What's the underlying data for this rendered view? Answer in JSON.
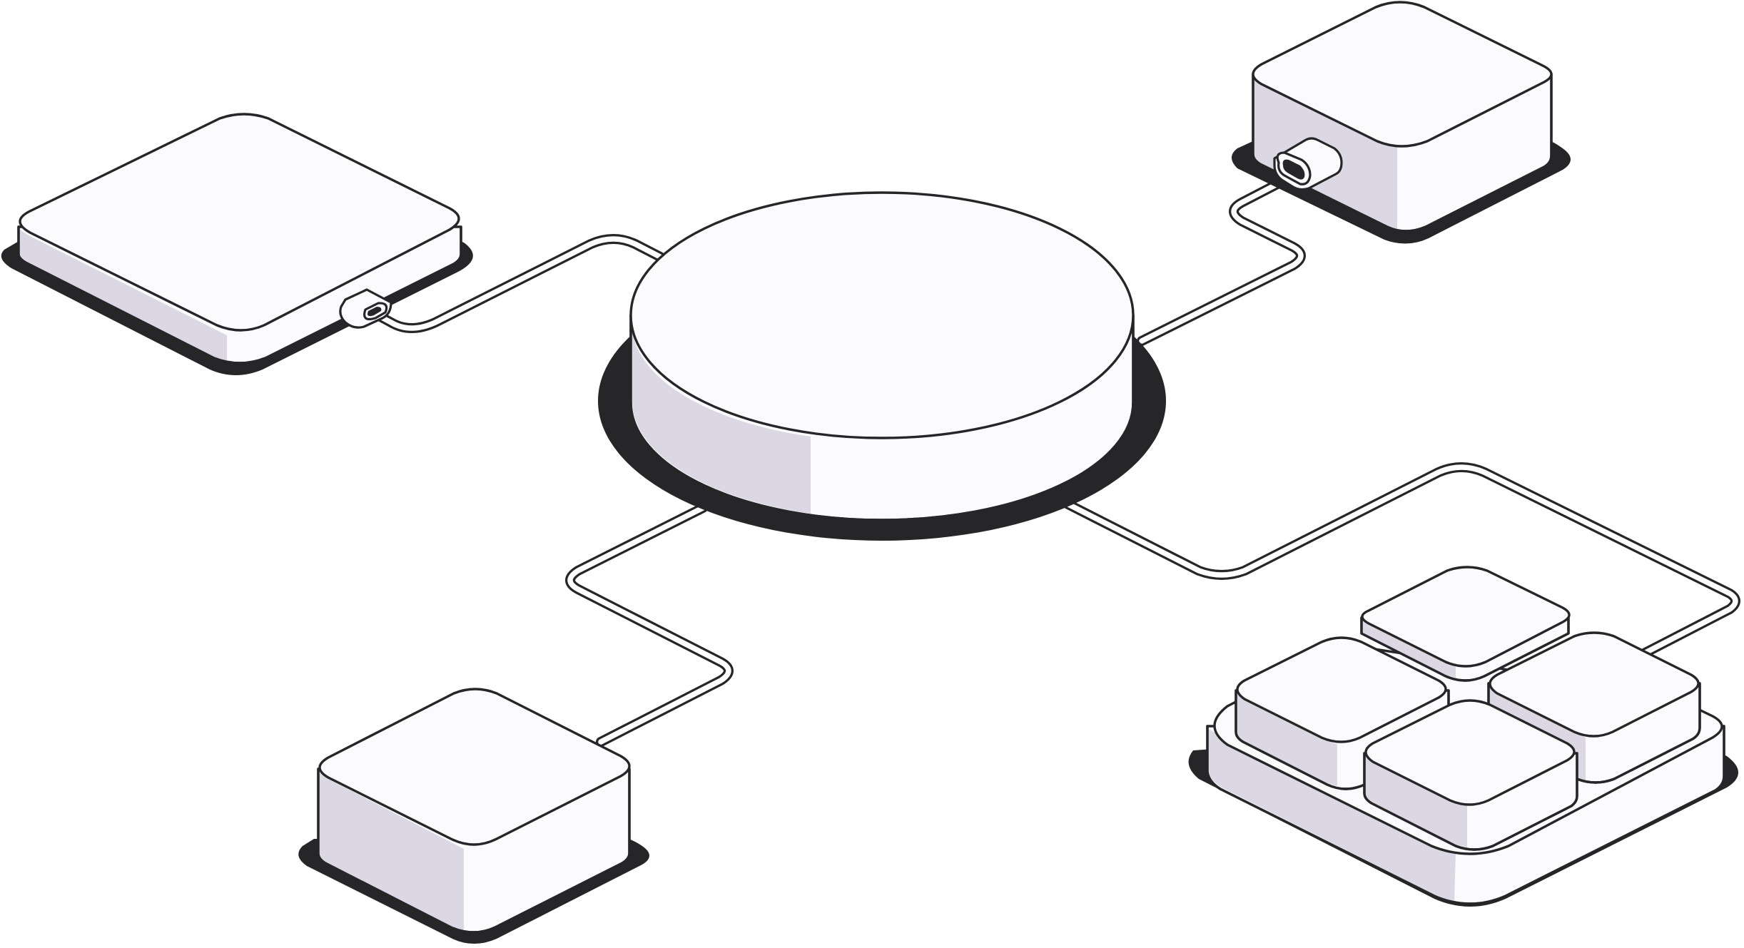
{
  "diagram": {
    "kind": "isometric network topology illustration",
    "palette": {
      "outline": "#262628",
      "top_face": "#fbfbfd",
      "shaded_face": "#dbd8e3",
      "background": "#ffffff"
    },
    "nodes": [
      {
        "id": "hub",
        "shape": "cylinder"
      },
      {
        "id": "flat-device",
        "shape": "slab",
        "has_port": true
      },
      {
        "id": "box-device",
        "shape": "cube",
        "has_port": true
      },
      {
        "id": "standalone-block",
        "shape": "cube"
      },
      {
        "id": "block-cluster",
        "shape": "tray",
        "block_count": 4
      }
    ],
    "links": [
      {
        "from": "hub",
        "to": "flat-device"
      },
      {
        "from": "hub",
        "to": "box-device"
      },
      {
        "from": "hub",
        "to": "standalone-block"
      },
      {
        "from": "hub",
        "to": "block-cluster"
      }
    ]
  }
}
